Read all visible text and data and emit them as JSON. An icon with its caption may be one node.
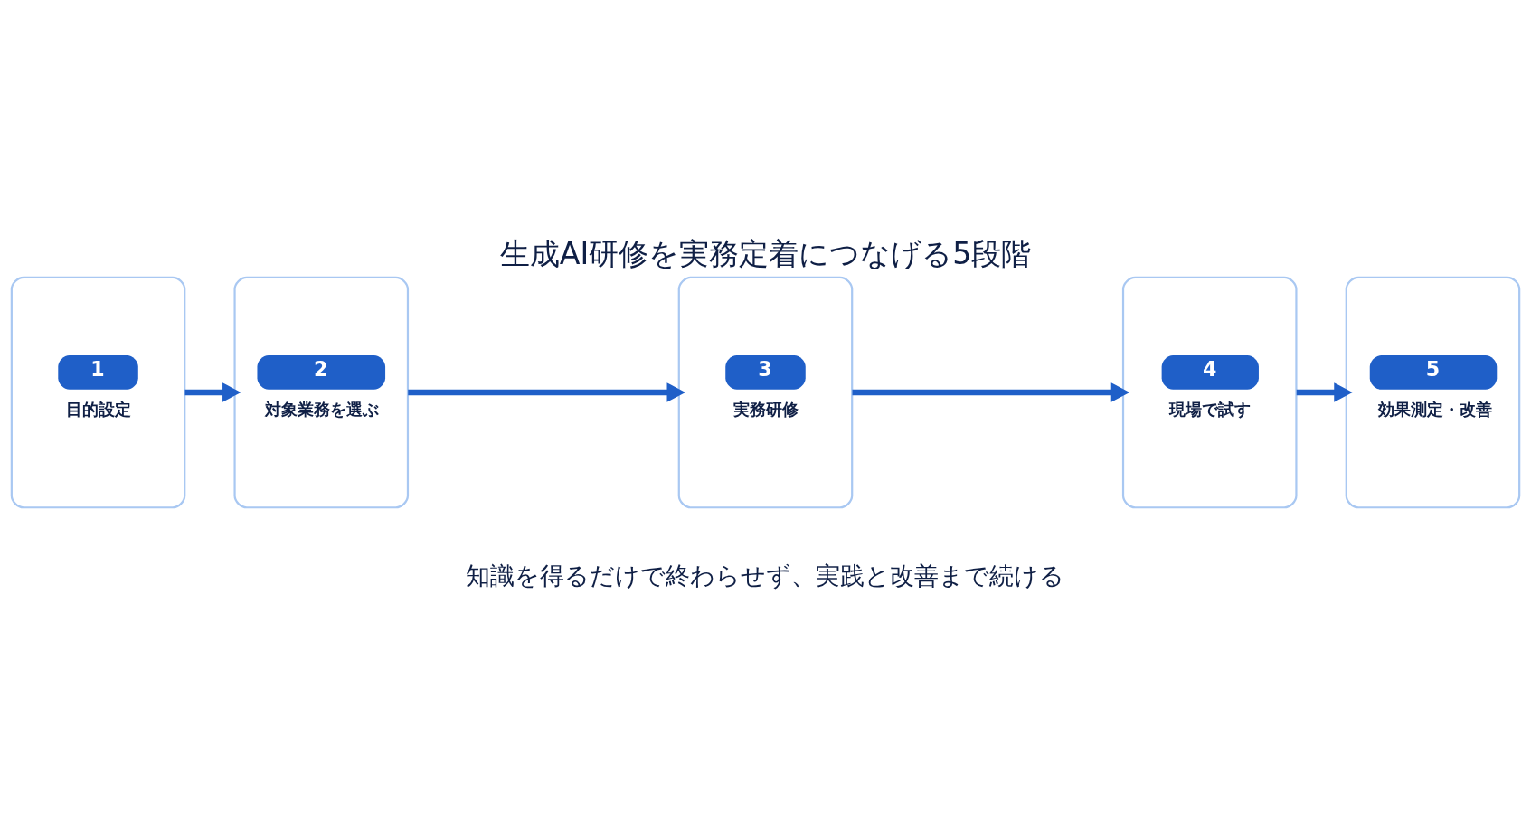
{
  "diagram": {
    "title": "生成AI研修を実務定着につなげる5段階",
    "caption": "知識を得るだけで終わらせず、実践と改善まで続ける",
    "nodes": [
      {
        "text": [
          "1",
          "目的設定"
        ]
      },
      {
        "text": [
          "2",
          "対象業務を選ぶ"
        ]
      },
      {
        "text": [
          "3",
          "実務研修"
        ]
      },
      {
        "text": [
          "4",
          "現場で試す"
        ]
      },
      {
        "text": [
          "5",
          "効果測定・改善"
        ]
      }
    ],
    "edges": [
      {
        "from": 0,
        "to": 1,
        "arrow": "to"
      },
      {
        "from": 1,
        "to": 2,
        "arrow": "to"
      },
      {
        "from": 2,
        "to": 3,
        "arrow": "to"
      },
      {
        "from": 3,
        "to": 4,
        "arrow": "to"
      }
    ]
  }
}
